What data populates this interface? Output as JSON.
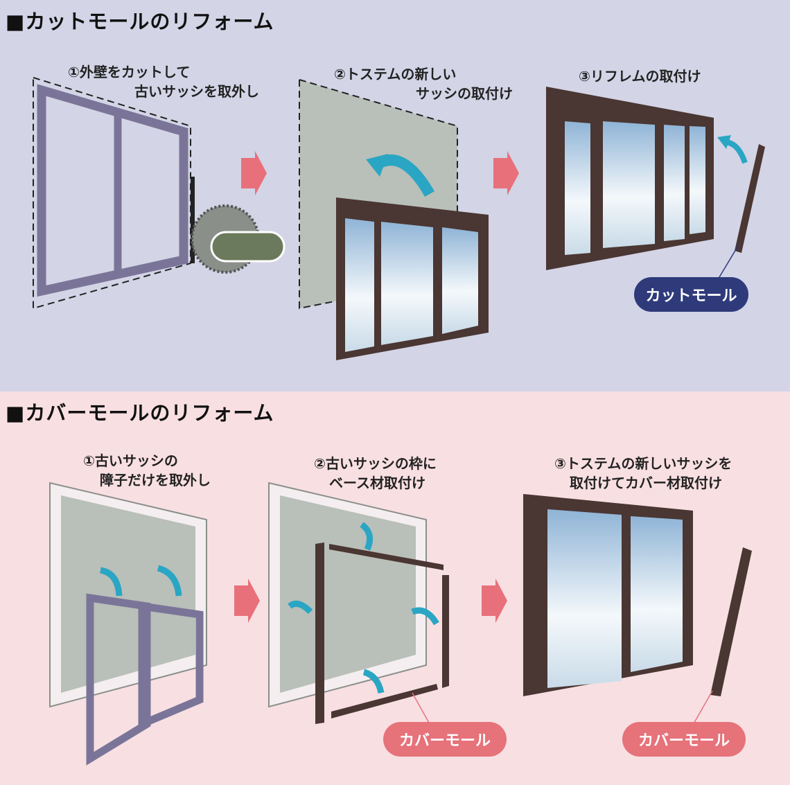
{
  "sections": [
    {
      "title": "■カットモールのリフォーム",
      "steps": [
        {
          "line1": "①外壁をカットして",
          "line2": "古いサッシを取外し"
        },
        {
          "line1": "②トステムの新しい",
          "line2": "サッシの取付け"
        },
        {
          "line1": "③リフレムの取付け"
        }
      ],
      "label": "カットモール"
    },
    {
      "title": "■カバーモールのリフォーム",
      "steps": [
        {
          "line1": "①古いサッシの",
          "line2": "障子だけを取外し"
        },
        {
          "line1": "②古いサッシの枠に",
          "line2": "ベース材取付け"
        },
        {
          "line1": "③トステムの新しいサッシを",
          "line2": "取付けてカバー材取付け"
        }
      ],
      "label": "カバーモール",
      "label2": "カバーモール"
    }
  ],
  "colors": {
    "cut_bg": "#d3d4e6",
    "cover_bg": "#f8dfe2",
    "old_frame": "#7a7598",
    "new_frame": "#4a3632",
    "arrow": "#2aa6c4",
    "step_arrow": "#e8707a",
    "cut_label": "#2e3a7a",
    "cover_label": "#e6727a"
  }
}
